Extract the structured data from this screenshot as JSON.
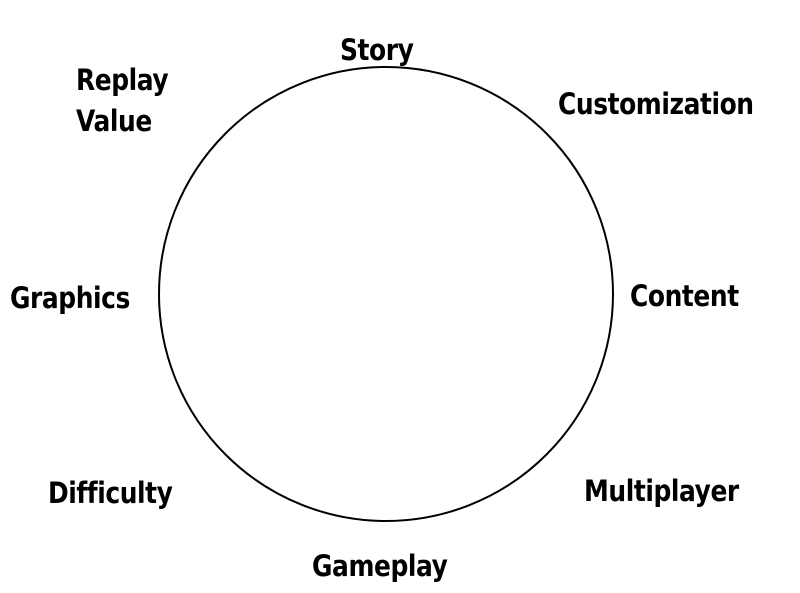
{
  "diagram": {
    "labels": {
      "story": "Story",
      "replay_value": [
        "Replay",
        "Value"
      ],
      "customization": "Customization",
      "graphics": "Graphics",
      "content": "Content",
      "difficulty": "Difficulty",
      "multiplayer": "Multiplayer",
      "gameplay": "Gameplay"
    }
  }
}
